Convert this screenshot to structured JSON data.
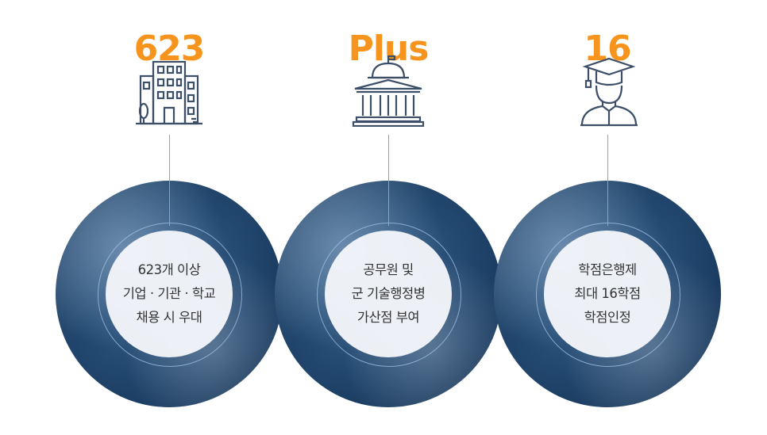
{
  "features": [
    {
      "stat": "623",
      "icon": "building-icon",
      "lines": [
        "623개 이상",
        "기업 · 기관 · 학교",
        "채용 시 우대"
      ]
    },
    {
      "stat": "Plus",
      "icon": "government-building-icon",
      "lines": [
        "공무원 및",
        "군 기술행정병",
        "가산점 부여"
      ]
    },
    {
      "stat": "16",
      "icon": "graduate-icon",
      "lines": [
        "학점은행제",
        "최대 16학점",
        "학점인정"
      ]
    }
  ],
  "colors": {
    "stat": "#f7941d",
    "icon_stroke": "#3c4f67",
    "circle_dark": "#17375a",
    "circle_mid": "#3f6690",
    "inner_bg": "#f4f6fa",
    "text": "#333333"
  }
}
